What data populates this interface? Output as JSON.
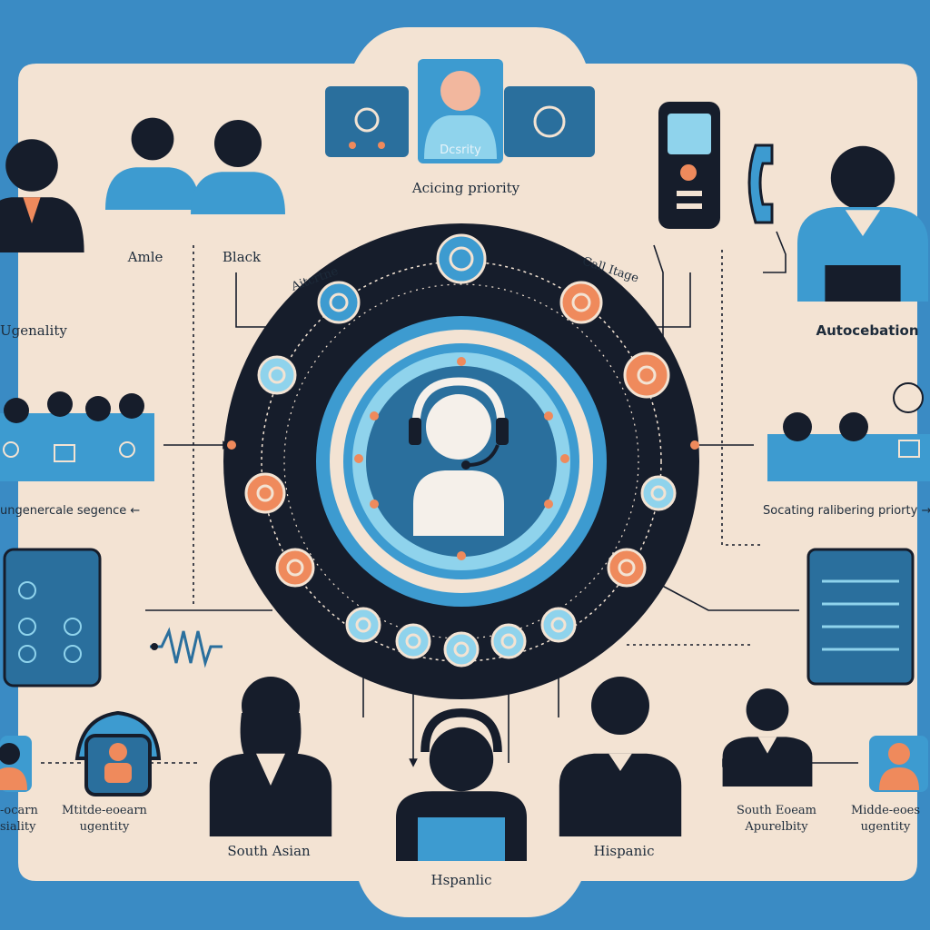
{
  "colors": {
    "background_blue": "#3a8bc4",
    "panel": "#f3e3d3",
    "dark": "#161d2b",
    "accent_blue": "#3d9bd0",
    "light_blue": "#8fd3ec",
    "orange": "#ef8a5c"
  },
  "labels": {
    "top_caption": "Acicing priority",
    "card_caption": "Dcsrity",
    "amle": "Amle",
    "black": "Black",
    "ugenality": "Ugenality",
    "autocebation": "Autocebation",
    "ring_left": "Aitcrtne",
    "ring_right": "Call Itage",
    "left_sequence": "ungenercale segence ←",
    "right_sequence": "Socating ralibering priorty →",
    "bottom_left_1": "-ocarn\nsiality",
    "bottom_left_2": "Mtitde-eoearn\nugentity",
    "south_asian": "South Asian",
    "hispanic_center": "Hspanlic",
    "hispanic": "Hispanic",
    "south_eoeam": "South Eoeam\nApurelbity",
    "bottom_right": "Midde-eoes\nugentity"
  },
  "icons": [
    "headset-agent-icon",
    "person-silhouette-icon",
    "smartphone-icon",
    "telephone-handset-icon",
    "network-node-icon",
    "vintage-phone-icon",
    "waveform-icon",
    "list-panel-icon"
  ]
}
